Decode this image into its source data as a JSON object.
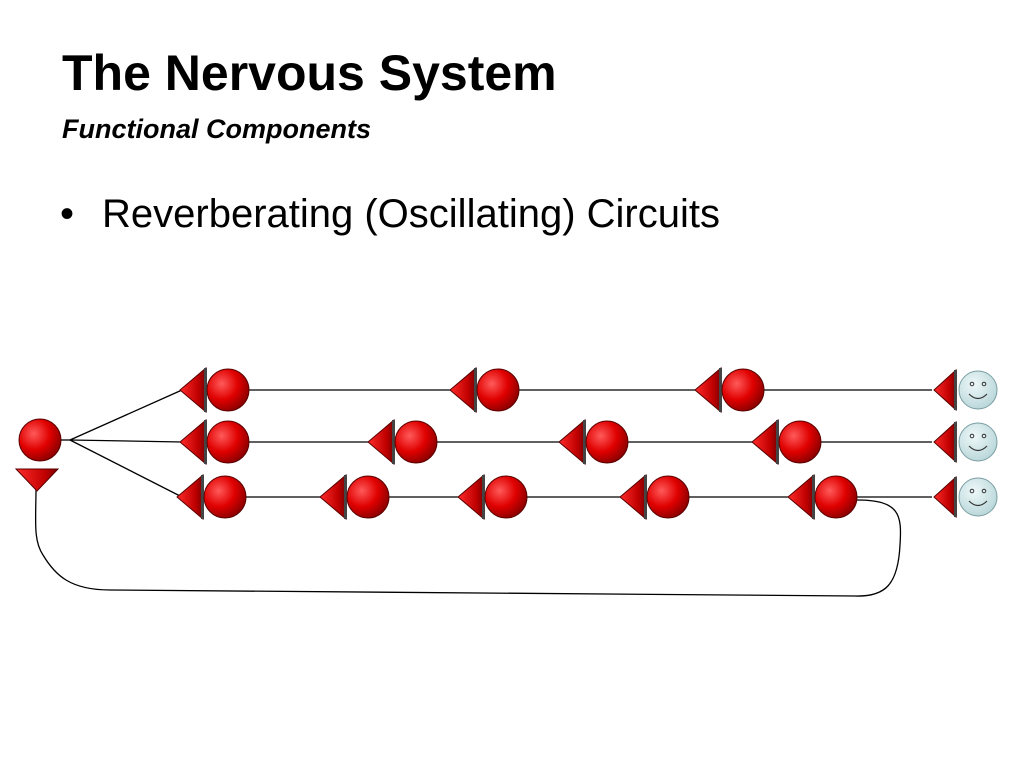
{
  "slide": {
    "title": "The Nervous System",
    "subtitle": "Functional Components",
    "bullets": [
      "Reverberating (Oscillating) Circuits"
    ]
  },
  "colors": {
    "neuron": "#e00000",
    "neuron_dark": "#8a0000",
    "face": "#cfe6e8",
    "wire": "#000000"
  },
  "icons": {
    "neuron": "red-sphere-icon",
    "synapse": "red-cone-icon",
    "output": "smiley-face-icon",
    "feedback": "red-triangle-down-icon"
  }
}
